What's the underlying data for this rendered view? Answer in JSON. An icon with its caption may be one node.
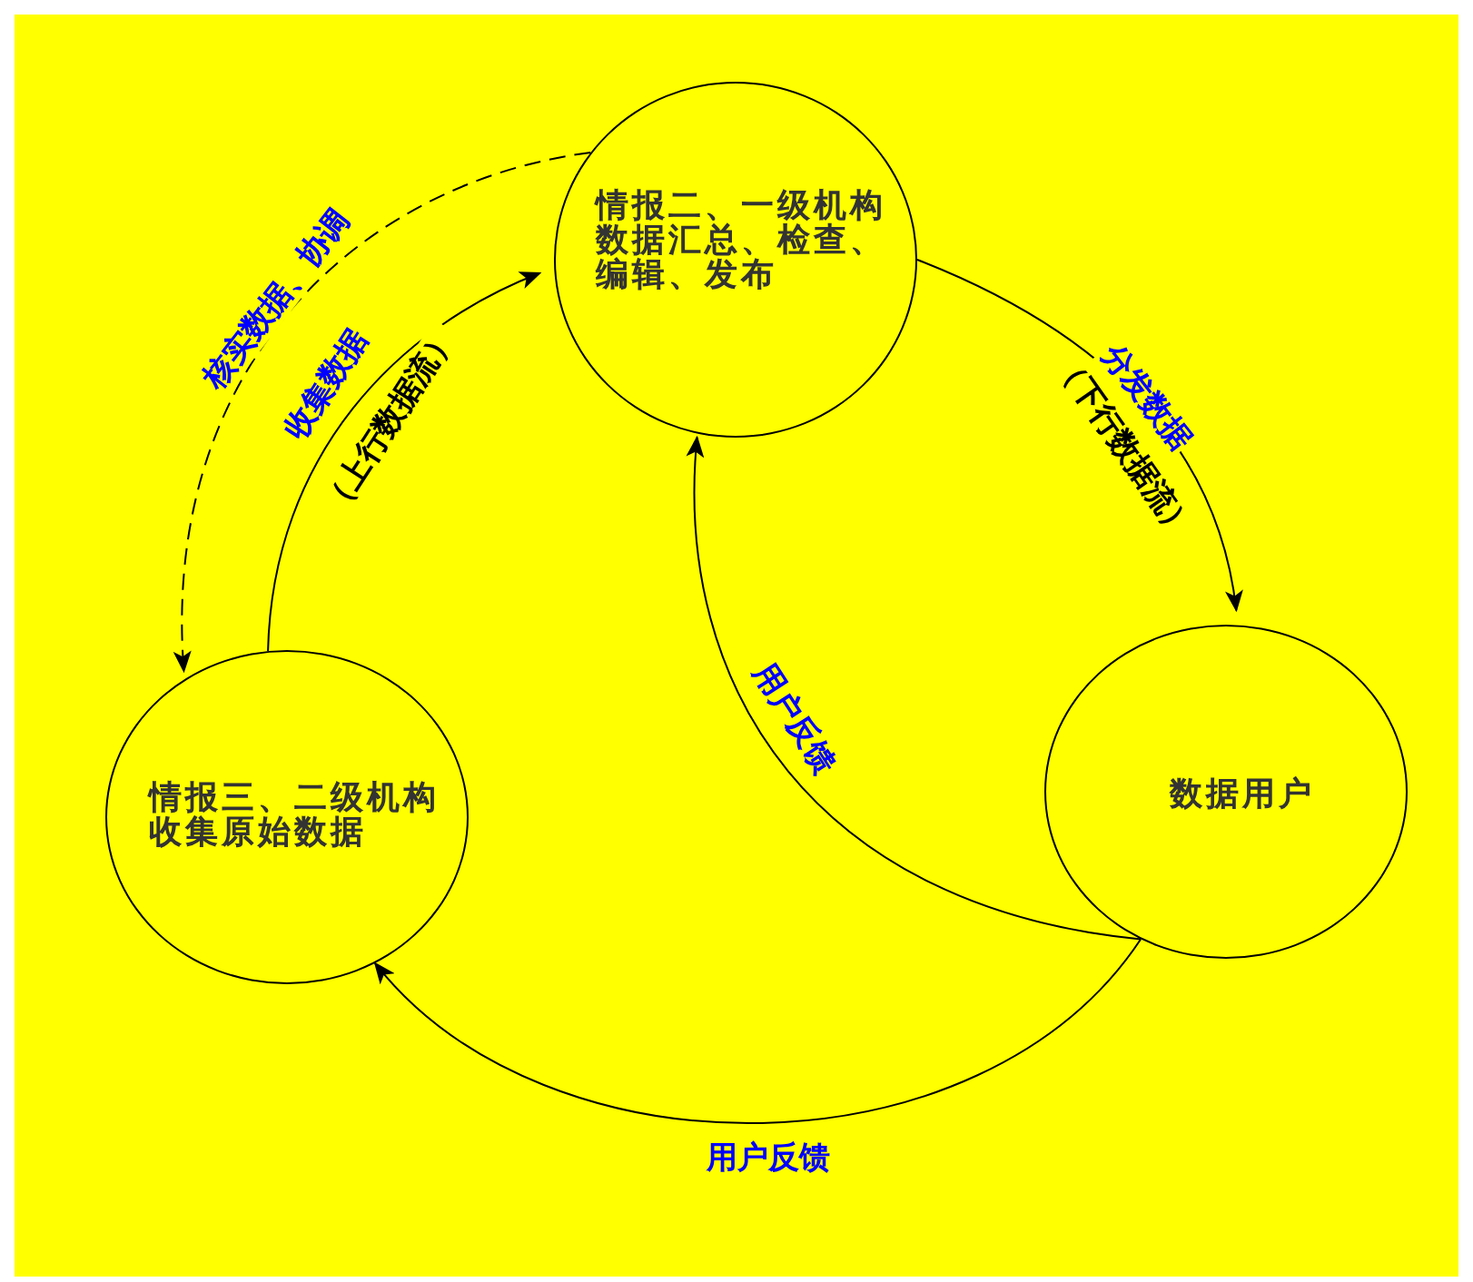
{
  "diagram": {
    "nodes": [
      {
        "text": [
          "情报二、一级机构数据汇总、检查、编辑、发布"
        ]
      },
      {
        "text": [
          "情报三、二级机构收集原始数据"
        ]
      },
      {
        "text": [
          "数据用户"
        ]
      }
    ],
    "edges": [
      {
        "from": 0,
        "to": 1,
        "arrow": "to",
        "style": "dashed",
        "label": "核实数据、协调"
      },
      {
        "from": 1,
        "to": 0,
        "arrow": "to",
        "label": "收集数据"
      },
      {
        "from": 0,
        "to": 2,
        "arrow": "to",
        "label": "分发数据"
      },
      {
        "from": 2,
        "to": 0,
        "arrow": "to",
        "label": "用户反馈"
      },
      {
        "from": 2,
        "to": 1,
        "arrow": "to",
        "label": "用户反馈"
      }
    ],
    "labels": [
      "（上行数据流）",
      "（下行数据流）"
    ]
  }
}
